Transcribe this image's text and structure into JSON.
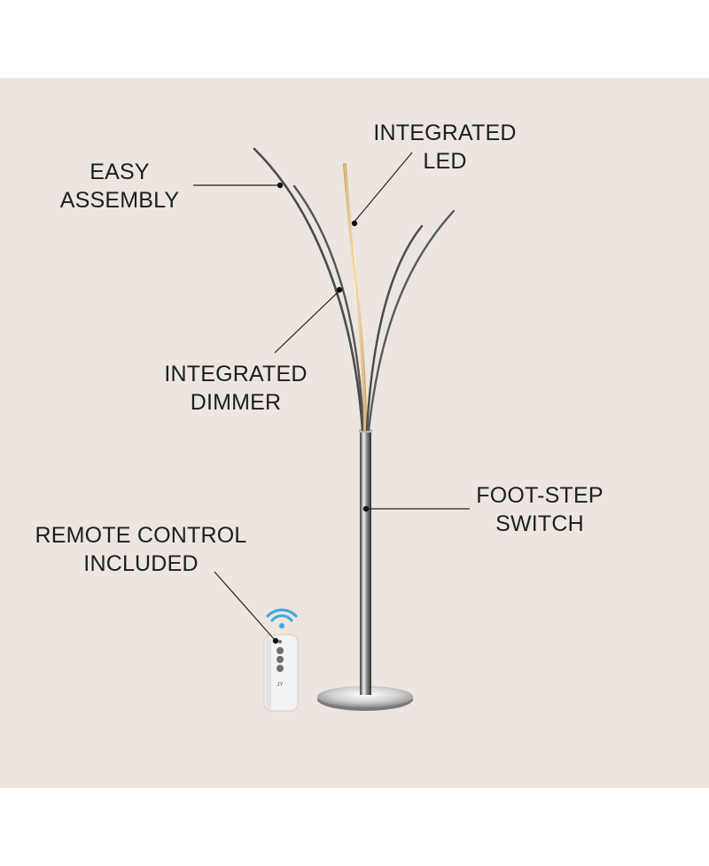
{
  "features": {
    "easy_assembly": {
      "line1": "EASY",
      "line2": "ASSEMBLY"
    },
    "integrated_led": {
      "line1": "INTEGRATED",
      "line2": "LED"
    },
    "integrated_dimmer": {
      "line1": "INTEGRATED",
      "line2": "DIMMER"
    },
    "foot_step_switch": {
      "line1": "FOOT-STEP",
      "line2": "SWITCH"
    },
    "remote_control": {
      "line1": "REMOTE CONTROL",
      "line2": "INCLUDED"
    }
  },
  "remote": {
    "logo": "JY"
  },
  "colors": {
    "background": "#ede5df",
    "text": "#1e1e1e",
    "chrome": "#8a8a8a",
    "led": "#f2d9a8",
    "wifi": "#3aa9df"
  }
}
